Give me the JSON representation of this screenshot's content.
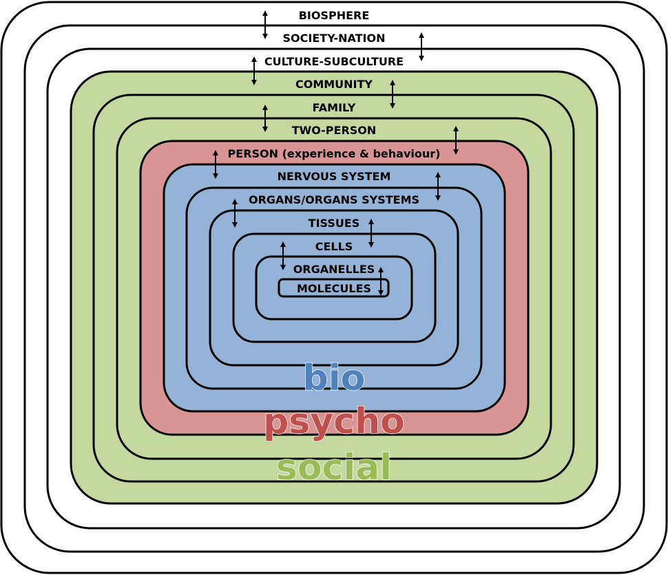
{
  "diagram": {
    "levels": [
      {
        "label": "BIOSPHERE",
        "fill": "#ffffff"
      },
      {
        "label": "SOCIETY-NATION",
        "fill": "#ffffff"
      },
      {
        "label": "CULTURE-SUBCULTURE",
        "fill": "#ffffff"
      },
      {
        "label": "COMMUNITY",
        "fill": "#c5d8a0"
      },
      {
        "label": "FAMILY",
        "fill": "#c5d8a0"
      },
      {
        "label": "TWO-PERSON",
        "fill": "#c5d8a0"
      },
      {
        "label": "PERSON (experience & behaviour)",
        "fill": "#d99594"
      },
      {
        "label": "NERVOUS SYSTEM",
        "fill": "#95b3d7"
      },
      {
        "label": "ORGANS/ORGANS SYSTEMS",
        "fill": "#95b3d7"
      },
      {
        "label": "TISSUES",
        "fill": "#95b3d7"
      },
      {
        "label": "CELLS",
        "fill": "#95b3d7"
      },
      {
        "label": "ORGANELLES",
        "fill": "#95b3d7"
      },
      {
        "label": "MOLECULES",
        "fill": "#95b3d7"
      }
    ],
    "domains": {
      "bio": {
        "label": "bio",
        "color": "#4f81bd",
        "outline": "#ffffff"
      },
      "psycho": {
        "label": "psycho",
        "color": "#c0504d",
        "outline": "#ffffff"
      },
      "social": {
        "label": "social",
        "color": "#9bbb59",
        "outline": "#ffffff"
      }
    },
    "arrow_icon": "double-headed-vertical-arrow",
    "border_color": "#000000"
  }
}
